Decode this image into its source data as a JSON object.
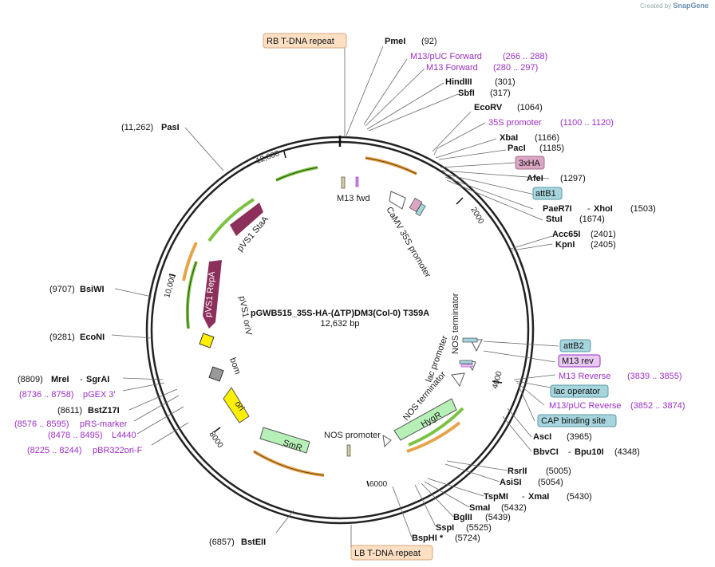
{
  "watermark": {
    "prefix": "Created by",
    "brand": "SnapGene"
  },
  "title": "pGWB515_35S-HA-(ΔTP)DM3(Col-0) T359A",
  "length": "12,632 bp",
  "ticks": [
    "2000",
    "4000",
    "6000",
    "8000",
    "10,000",
    "12,000"
  ],
  "sites": {
    "PmeI": "PmeI",
    "PmeI_pos": "(92)",
    "M13pUCF": "M13/pUC Forward",
    "M13pUCF_pos": "(266 .. 288)",
    "M13F": "M13 Forward",
    "M13F_pos": "(280 .. 297)",
    "HindIII": "HindIII",
    "HindIII_pos": "(301)",
    "SbfI": "SbfI",
    "SbfI_pos": "(317)",
    "EcoRV": "EcoRV",
    "EcoRV_pos": "(1064)",
    "p35S": "35S promoter",
    "p35S_pos": "(1100 .. 1120)",
    "XbaI": "XbaI",
    "XbaI_pos": "(1166)",
    "PacI": "PacI",
    "PacI_pos": "(1185)",
    "HA": "3xHA",
    "AfeI": "AfeI",
    "AfeI_pos": "(1297)",
    "attB1": "attB1",
    "PaeR7I": "PaeR7I",
    "XhoI": "XhoI",
    "XhoI_pos": "(1503)",
    "StuI": "StuI",
    "StuI_pos": "(1674)",
    "Acc65I": "Acc65I",
    "Acc65I_pos": "(2401)",
    "KpnI": "KpnI",
    "KpnI_pos": "(2405)",
    "attB2": "attB2",
    "M13rev": "M13 rev",
    "M13R": "M13 Reverse",
    "M13R_pos": "(3839 .. 3855)",
    "lacop": "lac operator",
    "M13pUCR": "M13/pUC Reverse",
    "M13pUCR_pos": "(3852 .. 3874)",
    "CAP": "CAP binding site",
    "AscI": "AscI",
    "AscI_pos": "(3965)",
    "BbvCI": "BbvCI",
    "Bpu10I": "Bpu10I",
    "Bpu10I_pos": "(4348)",
    "RsrII": "RsrII",
    "RsrII_pos": "(5005)",
    "AsiSI": "AsiSI",
    "AsiSI_pos": "(5054)",
    "TspMI": "TspMI",
    "XmaI": "XmaI",
    "XmaI_pos": "(5430)",
    "SmaI": "SmaI",
    "SmaI_pos": "(5432)",
    "BglII": "BglII",
    "BglII_pos": "(5439)",
    "SspI": "SspI",
    "SspI_pos": "(5525)",
    "BspHI": "BspHI *",
    "BspHI_pos": "(5724)",
    "LB": "LB T-DNA repeat",
    "BstEII": "BstEII",
    "BstEII_pos": "(6857)",
    "pBR322F": "pBR322ori-F",
    "pBR322F_pos": "(8225 .. 8244)",
    "L4440": "L4440",
    "L4440_pos": "(8478 .. 8495)",
    "pRS": "pRS-marker",
    "pRS_pos": "(8576 .. 8595)",
    "BstZ17I": "BstZ17I",
    "BstZ17I_pos": "(8611)",
    "pGEX": "pGEX 3'",
    "pGEX_pos": "(8736 .. 8758)",
    "MreI": "MreI",
    "SgrAI": "SgrAI",
    "SgrAI_pos": "(8809)",
    "EcoNI": "EcoNI",
    "EcoNI_pos": "(9281)",
    "BsiWI": "BsiWI",
    "BsiWI_pos": "(9707)",
    "PasI": "PasI",
    "PasI_pos": "(11,262)",
    "RB": "RB T-DNA repeat"
  },
  "features": {
    "m13fwd": "M13 fwd",
    "camv": "CaMV 35S promoter",
    "nosterm1": "NOS terminator",
    "lacprom": "lac promoter",
    "nosterm2": "NOS terminator",
    "hygr": "HygR",
    "nosprom": "NOS promoter",
    "smr": "SmR",
    "ori": "ori",
    "bom": "bom",
    "pvs1ori": "pVS1 oriV",
    "repa": "pVS1 RepA",
    "staa": "pVS1 StaA"
  },
  "colors": {
    "restriction": "#111111",
    "primer": "#9b2fc4",
    "repeat_fill": "#fde0c4",
    "attb_fill": "#a6d5dd",
    "ha_fill": "#d9a6c3",
    "m13rev_fill": "#e8c9f0",
    "rep_arrow": "#8c2f5a",
    "marker_arrow": "#b6f0b6",
    "ori_arrow": "#ffef00",
    "orange_arc": "#e8a34a",
    "green_arc": "#7cc242"
  }
}
